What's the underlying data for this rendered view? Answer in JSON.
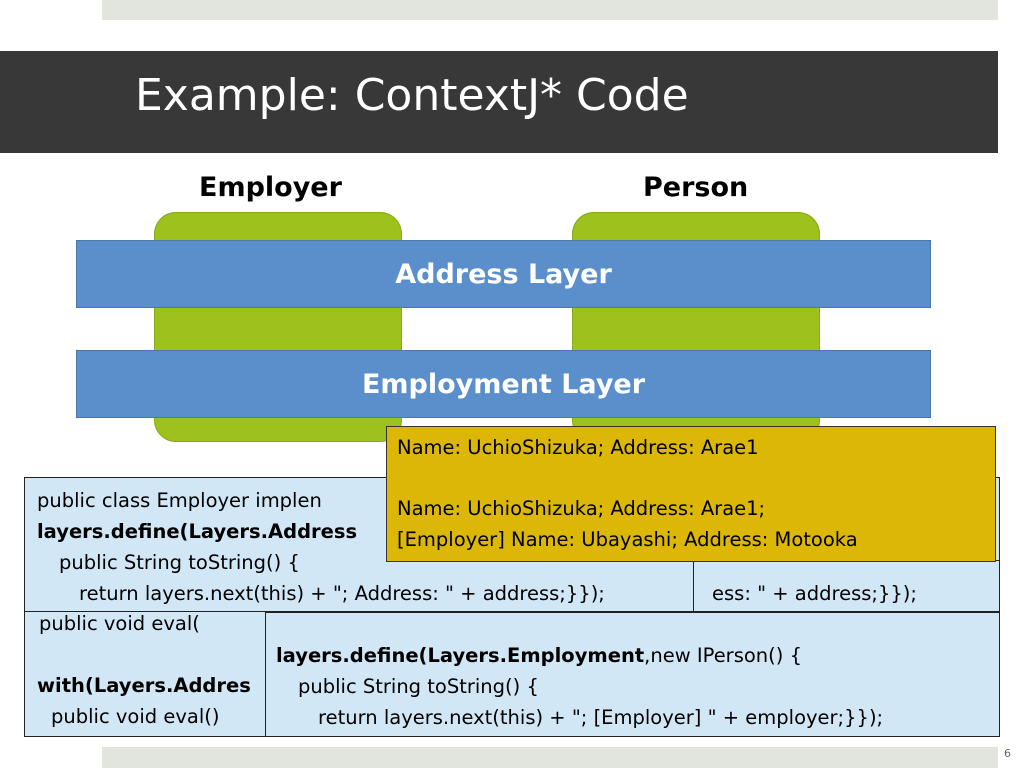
{
  "slide": {
    "title": "Example: ContextJ* Code",
    "page_number": "6"
  },
  "diagram": {
    "employer_label": "Employer",
    "person_label": "Person",
    "address_layer_label": "Address Layer",
    "employment_layer_label": "Employment Layer"
  },
  "code_left": {
    "line1": "public class Employer implen",
    "line2": "layers.define(Layers.Address",
    "line3": "public String toString() {",
    "line4": "return layers.next(this) + \"; Address: \" + address;}});",
    "line5": "public void eval(",
    "line6": "with(Layers.Addres",
    "line7": "public void eval()"
  },
  "code_right": {
    "line1": "ess: \" + address;}});",
    "line2_bold": "layers.define(Layers.Employment",
    "line2_rest": ",new IPerson() {",
    "line3": "public String toString() {",
    "line4": "return layers.next(this) + \"; [Employer] \" + employer;}});"
  },
  "output": {
    "line1": "Name: UchioShizuka; Address: Arae1",
    "line2": "Name: UchioShizuka; Address: Arae1;",
    "line3": "[Employer] Name: Ubayashi; Address: Motooka"
  },
  "colors": {
    "title_bar": "#383838",
    "class_box": "#9dc11d",
    "layer_band": "#5b8fcc",
    "code_box": "#d2e7f6",
    "output_box": "#dcb706"
  }
}
